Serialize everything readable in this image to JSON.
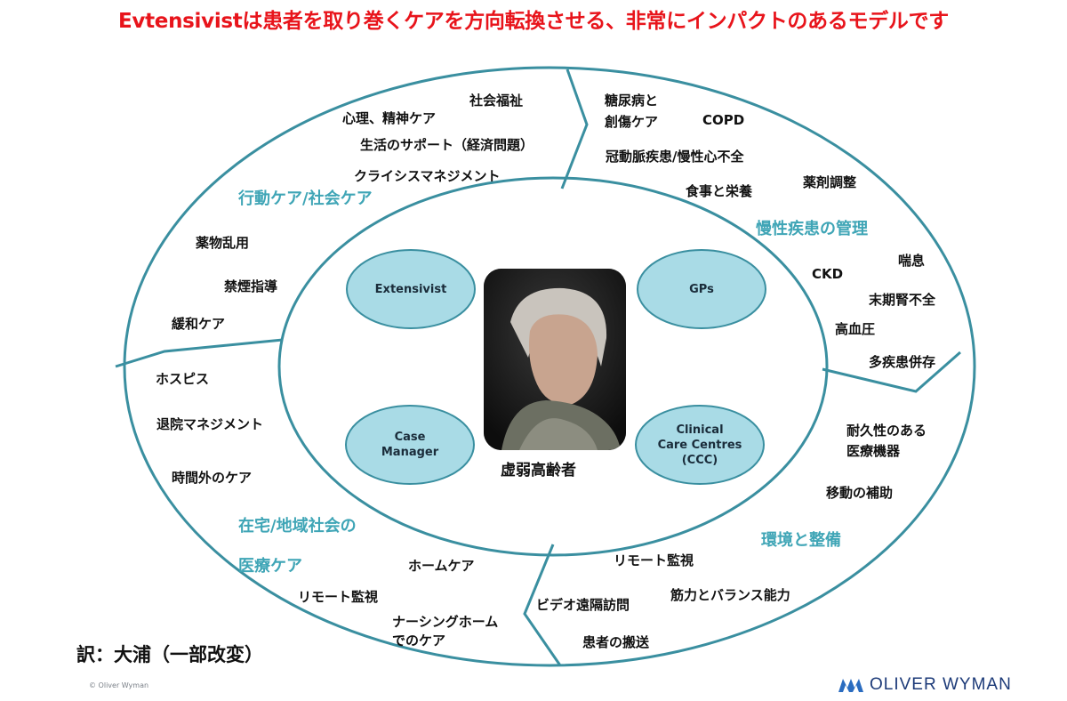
{
  "title": "Evtensivistは患者を取り巻くケアを方向転換させる、非常にインパクトのあるモデルです",
  "center": {
    "label": "虚弱高齢者"
  },
  "nodes": [
    {
      "id": "extensivist",
      "label": "Extensivist"
    },
    {
      "id": "gps",
      "label": "GPs"
    },
    {
      "id": "case-manager",
      "label": "Case\nManager"
    },
    {
      "id": "clinical-care-centres",
      "label": "Clinical\nCare Centres\n(CCC)"
    }
  ],
  "sections": {
    "behavioral": {
      "heading": "行動ケア/社会ケア",
      "items": [
        "社会福祉",
        "心理、精神ケア",
        "生活のサポート（経済問題）",
        "クライシスマネジメント",
        "薬物乱用",
        "禁煙指導",
        "緩和ケア"
      ]
    },
    "chronic": {
      "heading": "慢性疾患の管理",
      "items": [
        "糖尿病と",
        "創傷ケア",
        "COPD",
        "冠動脈疾患/慢性心不全",
        "薬剤調整",
        "食事と栄養",
        "喘息",
        "CKD",
        "末期腎不全",
        "高血圧",
        "多疾患併存"
      ]
    },
    "environment": {
      "heading": "環境と整備",
      "items": [
        "耐久性のある",
        "医療機器",
        "移動の補助",
        "リモート監視",
        "筋力とバランス能力",
        "ビデオ遠隔訪問",
        "患者の搬送"
      ]
    },
    "home": {
      "heading_line1": "在宅/地域社会の",
      "heading_line2": "医療ケア",
      "items": [
        "ホスピス",
        "退院マネジメント",
        "時間外のケア",
        "ホームケア",
        "リモート監視",
        "ナーシングホーム",
        "でのケア"
      ]
    }
  },
  "footer": {
    "credit": "訳：大浦（一部改変）",
    "copyright": "© Oliver Wyman",
    "brand": "OLIVER WYMAN"
  },
  "colors": {
    "title": "#e8141b",
    "ring": "#3a8fa0",
    "node_fill": "#a9dbe6",
    "section_heading": "#3fa5b6",
    "brand": "#1c3a78"
  }
}
